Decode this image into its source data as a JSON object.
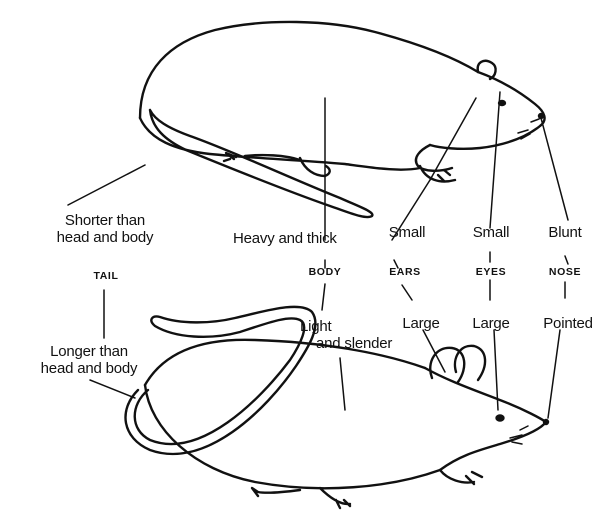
{
  "features": {
    "tail": {
      "name": "TAIL",
      "rat": "Shorter than head and body",
      "rat_line1": "Shorter than",
      "rat_line2": "head and body",
      "mouse": "Longer than head and body",
      "mouse_line1": "Longer than",
      "mouse_line2": "head and body"
    },
    "body": {
      "name": "BODY",
      "rat": "Heavy and thick",
      "mouse": "Light and slender",
      "mouse_line1": "Light",
      "mouse_line2": "and slender"
    },
    "ears": {
      "name": "EARS",
      "rat": "Small",
      "mouse": "Large"
    },
    "eyes": {
      "name": "EYES",
      "rat": "Small",
      "mouse": "Large"
    },
    "nose": {
      "name": "NOSE",
      "rat": "Blunt",
      "mouse": "Pointed"
    }
  },
  "colors": {
    "ink": "#111111",
    "background": "#ffffff"
  }
}
